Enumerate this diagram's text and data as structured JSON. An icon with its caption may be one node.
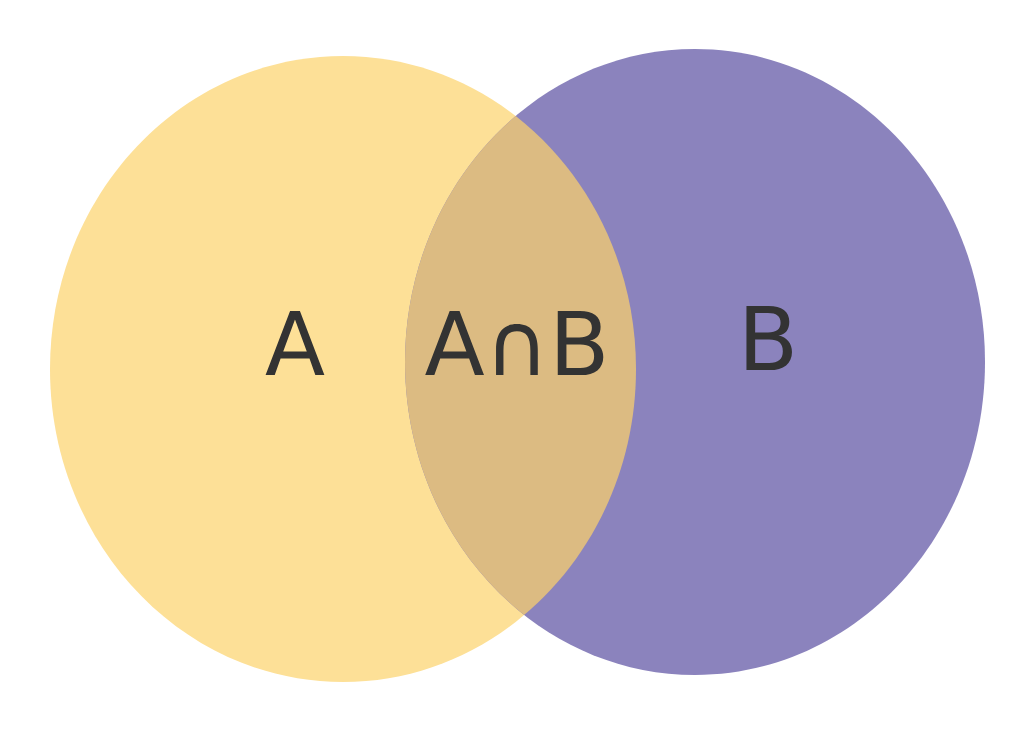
{
  "diagram": {
    "nodes": [
      {
        "text": [
          "A"
        ]
      },
      {
        "text": [
          "B"
        ]
      },
      {
        "text": [
          "A∩B"
        ]
      }
    ]
  }
}
